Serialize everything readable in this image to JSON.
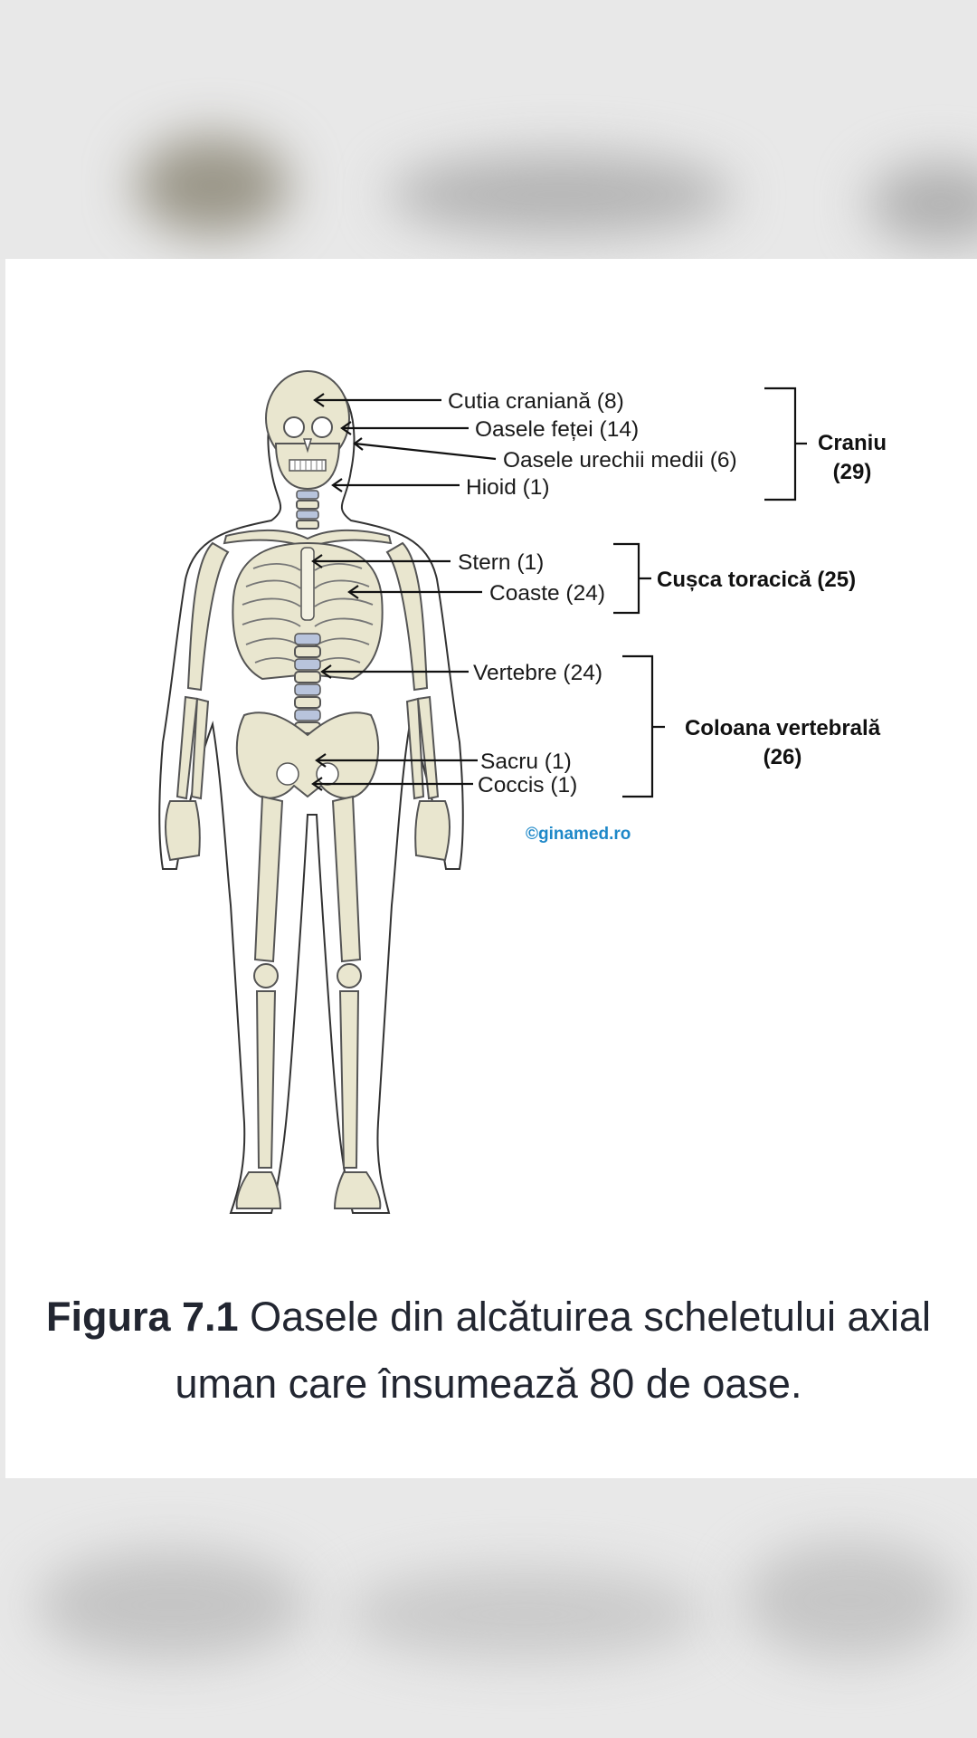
{
  "figure": {
    "labels": {
      "cutia": "Cutia craniană (8)",
      "fata": "Oasele feței (14)",
      "urechi": "Oasele urechii medii (6)",
      "hioid": "Hioid (1)",
      "stern": "Stern (1)",
      "coaste": "Coaste (24)",
      "vertebre": "Vertebre (24)",
      "sacru": "Sacru (1)",
      "coccis": "Coccis (1)"
    },
    "groups": {
      "craniu_1": "Craniu",
      "craniu_2": "(29)",
      "cusca": "Cușca toracică (25)",
      "coloana_1": "Coloana vertebrală",
      "coloana_2": "(26)"
    },
    "watermark": "©ginamed.ro",
    "colors": {
      "bone": "#e9e6cf",
      "vertebra_disc": "#b8c4dc",
      "watermark": "#1e88c8",
      "caption_text": "#222631"
    }
  },
  "caption": {
    "bold": "Figura 7.1",
    "line1": "Oasele din alcătuirea scheletului axial",
    "line2": "uman care însumează 80 de oase."
  }
}
